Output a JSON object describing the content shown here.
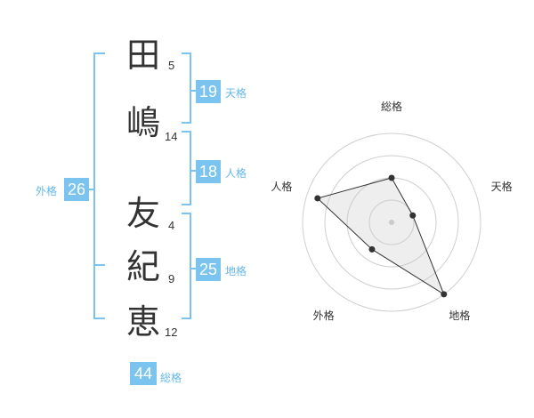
{
  "name": {
    "chars": [
      {
        "char": "田",
        "strokes": "5"
      },
      {
        "char": "嶋",
        "strokes": "14"
      },
      {
        "char": "友",
        "strokes": "4"
      },
      {
        "char": "紀",
        "strokes": "9"
      },
      {
        "char": "恵",
        "strokes": "12"
      }
    ]
  },
  "kaku": {
    "tenkaku": {
      "value": "19",
      "label": "天格"
    },
    "jinkaku": {
      "value": "18",
      "label": "人格"
    },
    "chikaku": {
      "value": "25",
      "label": "地格"
    },
    "gaikaku": {
      "value": "26",
      "label": "外格"
    },
    "soukaku": {
      "value": "44",
      "label": "総格"
    }
  },
  "colors": {
    "accent": "#7cc4f0",
    "accent_text": "#63b8ea",
    "bracket": "#7cc4f0"
  },
  "chart_data": {
    "type": "radar",
    "axes": [
      "総格",
      "天格",
      "地格",
      "外格",
      "人格"
    ],
    "values": [
      2,
      1,
      4,
      1.5,
      3.5
    ],
    "rmax": 4,
    "rings": 4
  }
}
